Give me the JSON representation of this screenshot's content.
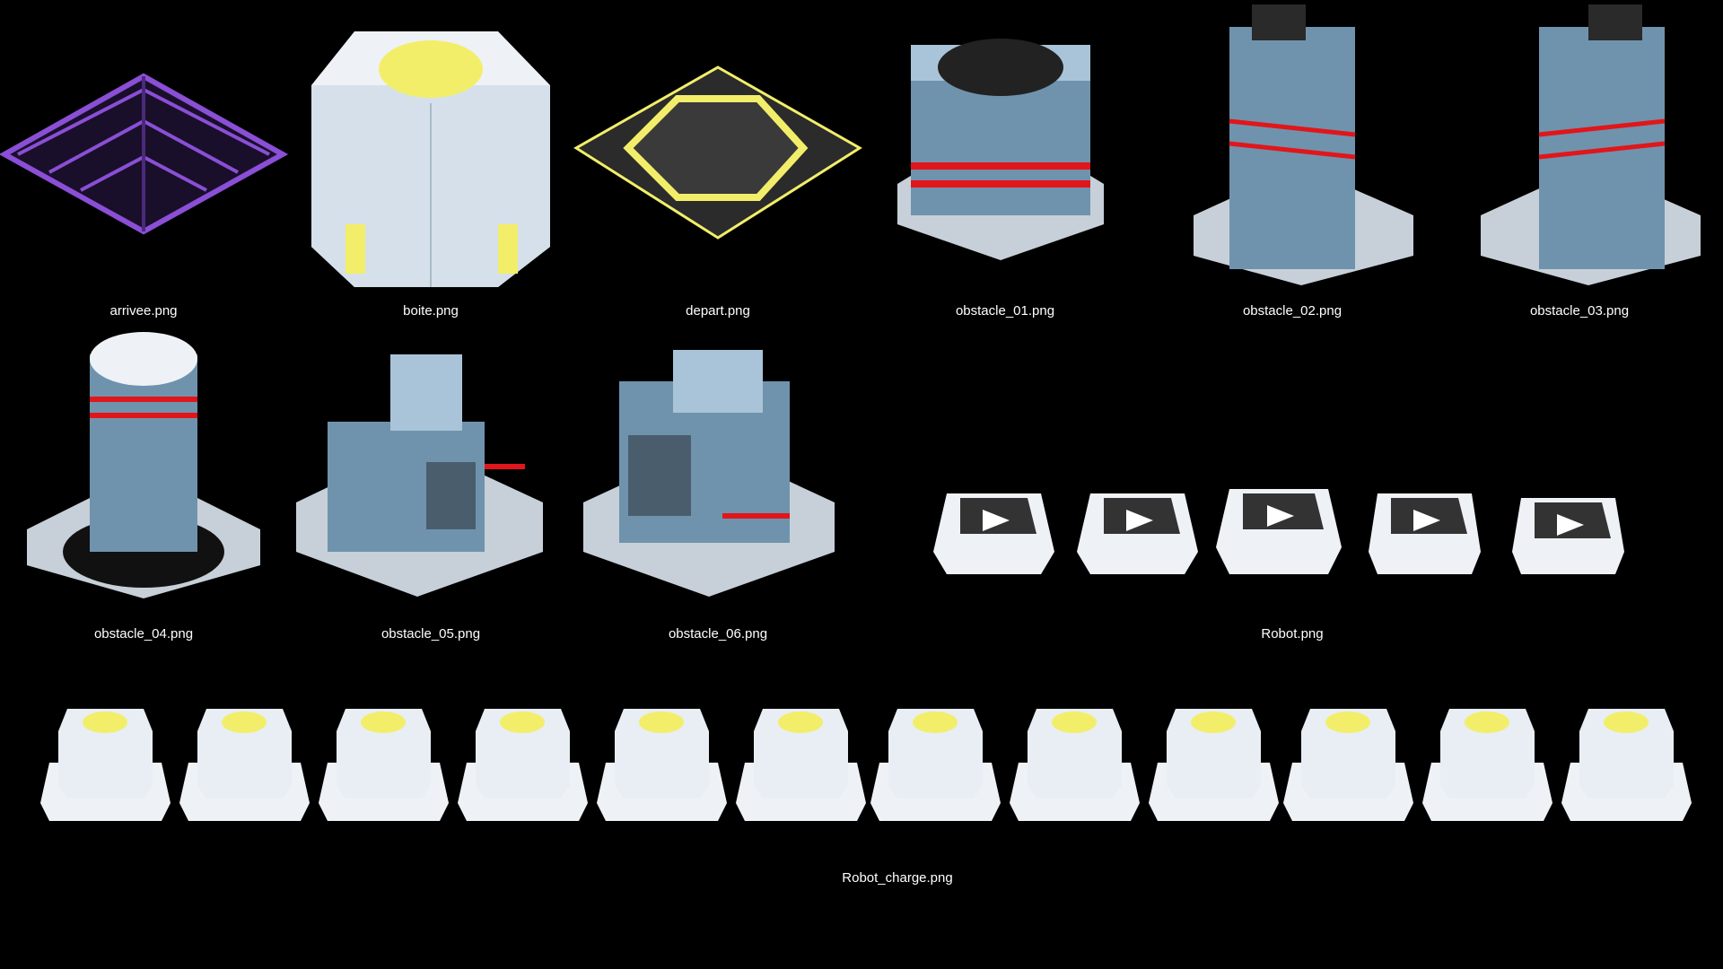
{
  "sprite_sheet": {
    "background": "#000000",
    "row1": [
      {
        "file": "arrivee.png",
        "icon": "arrival-pit-icon"
      },
      {
        "file": "boite.png",
        "icon": "crate-icon"
      },
      {
        "file": "depart.png",
        "icon": "start-pad-icon"
      },
      {
        "file": "obstacle_01.png",
        "icon": "fan-box-obstacle-icon"
      },
      {
        "file": "obstacle_02.png",
        "icon": "tank-obstacle-icon"
      },
      {
        "file": "obstacle_03.png",
        "icon": "tank-obstacle-mirrored-icon"
      }
    ],
    "row2": [
      {
        "file": "obstacle_04.png",
        "icon": "cylinder-obstacle-icon"
      },
      {
        "file": "obstacle_05.png",
        "icon": "machine-obstacle-icon"
      },
      {
        "file": "obstacle_06.png",
        "icon": "generator-obstacle-icon"
      },
      {
        "file": "Robot.png",
        "icon": "robot-frames-icon",
        "frames": 5
      }
    ],
    "row3": [
      {
        "file": "Robot_charge.png",
        "icon": "robot-carrying-box-frames-icon",
        "frames": 12
      }
    ],
    "colors": {
      "purple": "#8a4fd6",
      "yellow": "#f2ee6a",
      "steel": "#6f93ad",
      "steel_light": "#a9c4d8",
      "base": "#c7d0d8",
      "red": "#e0161b",
      "white": "#eef2f6"
    }
  }
}
